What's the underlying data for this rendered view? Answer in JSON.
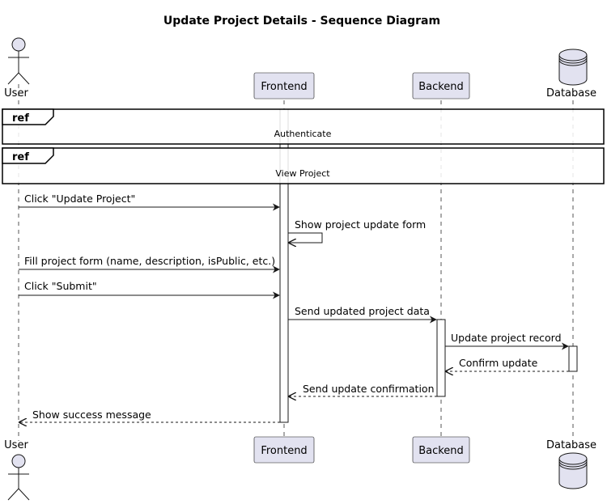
{
  "diagram": {
    "title": "Update Project Details - Sequence Diagram",
    "participants": [
      {
        "id": "user",
        "label": "User",
        "kind": "actor"
      },
      {
        "id": "frontend",
        "label": "Frontend",
        "kind": "participant"
      },
      {
        "id": "backend",
        "label": "Backend",
        "kind": "participant"
      },
      {
        "id": "database",
        "label": "Database",
        "kind": "database"
      }
    ],
    "refs": [
      {
        "tag": "ref",
        "label": "Authenticate"
      },
      {
        "tag": "ref",
        "label": "View Project"
      }
    ],
    "messages": [
      {
        "from": "user",
        "to": "frontend",
        "label": "Click \"Update Project\"",
        "style": "solid"
      },
      {
        "from": "frontend",
        "to": "frontend",
        "label": "Show project update form",
        "style": "solid"
      },
      {
        "from": "user",
        "to": "frontend",
        "label": "Fill project form (name, description, isPublic, etc.)",
        "style": "solid"
      },
      {
        "from": "user",
        "to": "frontend",
        "label": "Click \"Submit\"",
        "style": "solid"
      },
      {
        "from": "frontend",
        "to": "backend",
        "label": "Send updated project data",
        "style": "solid"
      },
      {
        "from": "backend",
        "to": "database",
        "label": "Update project record",
        "style": "solid"
      },
      {
        "from": "database",
        "to": "backend",
        "label": "Confirm update",
        "style": "dashed"
      },
      {
        "from": "backend",
        "to": "frontend",
        "label": "Send update confirmation",
        "style": "dashed"
      },
      {
        "from": "frontend",
        "to": "user",
        "label": "Show success message",
        "style": "dashed"
      }
    ]
  }
}
